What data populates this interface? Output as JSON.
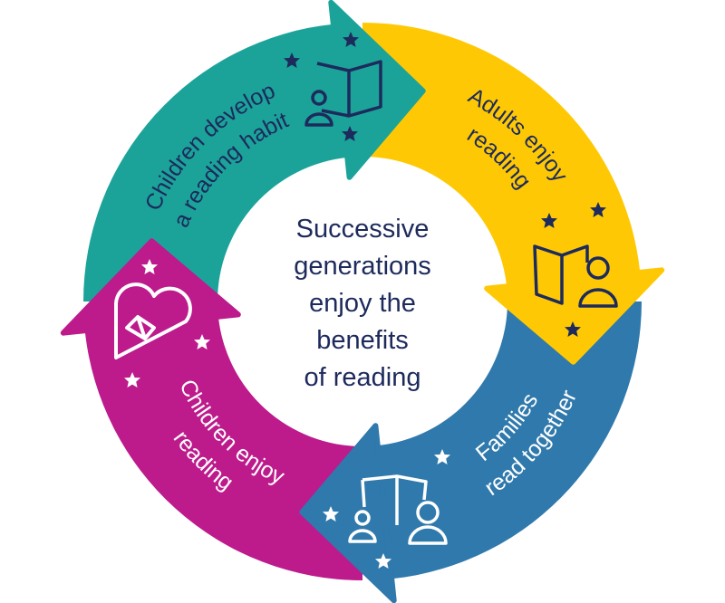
{
  "colors": {
    "teal": "#1ba39a",
    "yellow": "#fec904",
    "blue": "#2f79ac",
    "magenta": "#bd1a8c",
    "navy": "#1d2a5c",
    "white": "#ffffff"
  },
  "center": {
    "lines": [
      "Successive",
      "generations",
      "enjoy the",
      "benefits",
      "of reading"
    ]
  },
  "segments": [
    {
      "key": "teal",
      "lines": [
        "Children develop",
        "a reading habit"
      ],
      "icon": "book-person-icon",
      "text_color": "navy"
    },
    {
      "key": "yellow",
      "lines": [
        "Adults enjoy",
        "reading"
      ],
      "icon": "adult-book-person-icon",
      "text_color": "navy"
    },
    {
      "key": "blue",
      "lines": [
        "Families",
        "read together"
      ],
      "icon": "family-book-icon",
      "text_color": "white"
    },
    {
      "key": "magenta",
      "lines": [
        "Children enjoy",
        "reading"
      ],
      "icon": "heart-book-icon",
      "text_color": "white"
    }
  ]
}
